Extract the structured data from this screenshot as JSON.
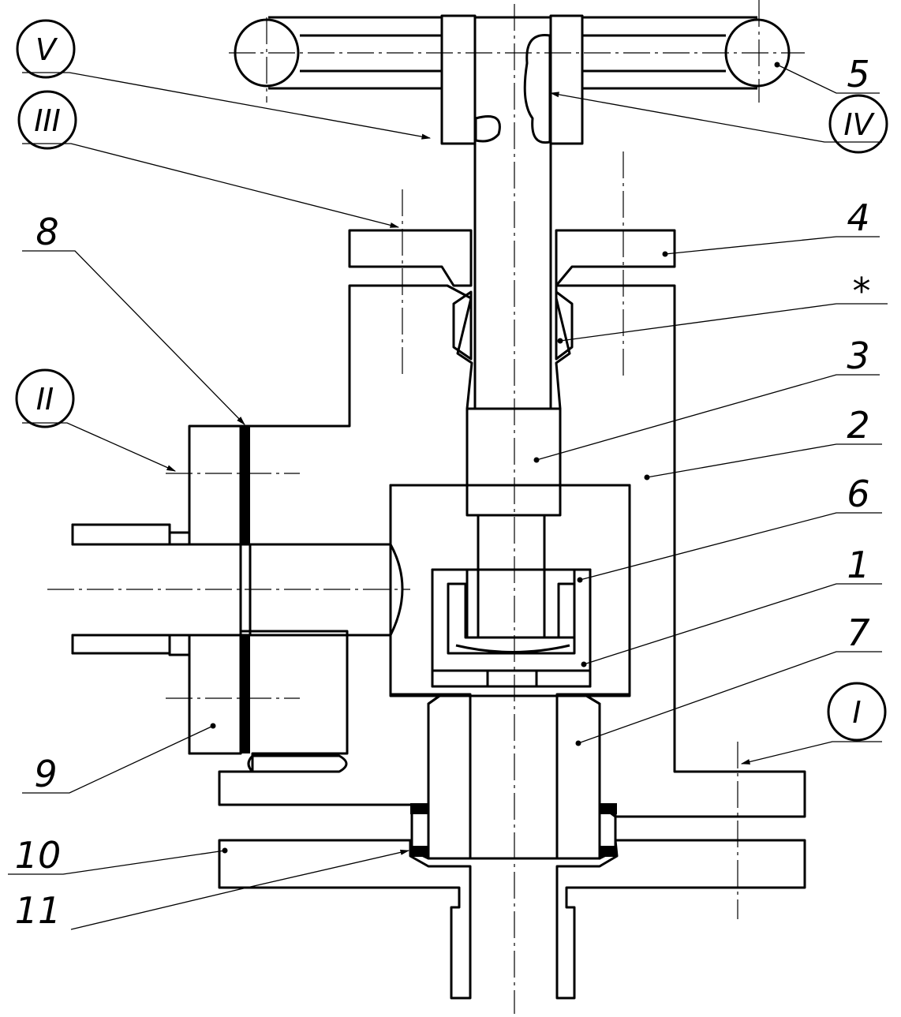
{
  "drawing": {
    "title": "Valve assembly cross-section",
    "colors": {
      "line": "#000000",
      "background": "#ffffff"
    }
  },
  "callouts": {
    "roman": [
      {
        "id": "V",
        "text": "V"
      },
      {
        "id": "III",
        "text": "III"
      },
      {
        "id": "IV",
        "text": "IV"
      },
      {
        "id": "II",
        "text": "II"
      },
      {
        "id": "I",
        "text": "I"
      }
    ],
    "parts": [
      {
        "id": "p5",
        "text": "5"
      },
      {
        "id": "p4",
        "text": "4"
      },
      {
        "id": "pstar",
        "text": "*"
      },
      {
        "id": "p3",
        "text": "3"
      },
      {
        "id": "p2",
        "text": "2"
      },
      {
        "id": "p6",
        "text": "6"
      },
      {
        "id": "p1",
        "text": "1"
      },
      {
        "id": "p7",
        "text": "7"
      },
      {
        "id": "p8",
        "text": "8"
      },
      {
        "id": "p9",
        "text": "9"
      },
      {
        "id": "p10",
        "text": "10"
      },
      {
        "id": "p11",
        "text": "11"
      }
    ]
  }
}
